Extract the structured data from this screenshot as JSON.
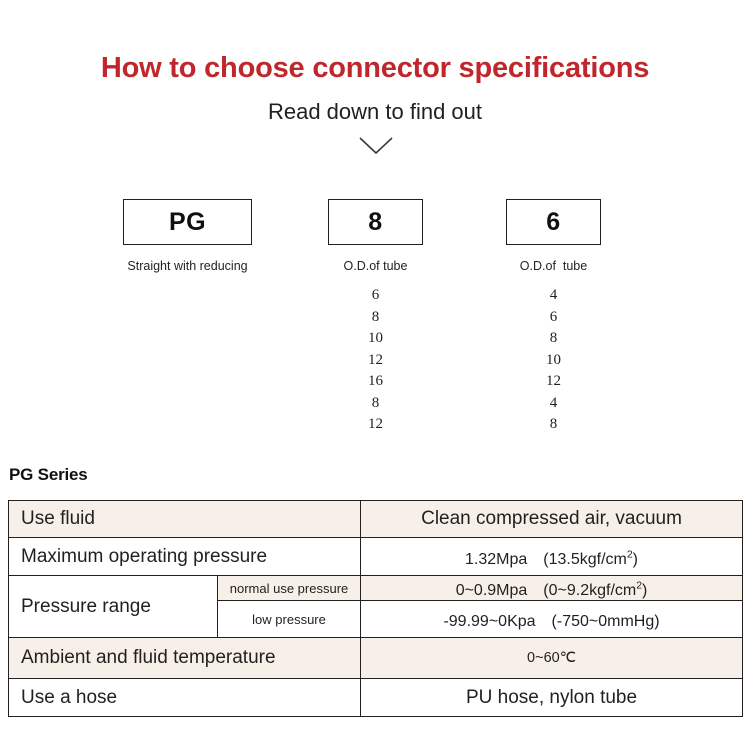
{
  "header": {
    "title": "How to choose connector specifications",
    "subtitle": "Read down to find out",
    "chevron_icon": "chevron-down-icon",
    "title_color": "#c0272d"
  },
  "selector": {
    "columns": [
      {
        "code": "PG",
        "caption": "Straight with reducing",
        "values": []
      },
      {
        "code": "8",
        "caption": "O.D.of tube",
        "values": [
          "6",
          "8",
          "10",
          "12",
          "16",
          "8",
          "12"
        ]
      },
      {
        "code": "6",
        "caption": "O.D.of  tube",
        "values": [
          "4",
          "6",
          "8",
          "10",
          "12",
          "4",
          "8"
        ]
      }
    ]
  },
  "series": {
    "heading": "PG Series"
  },
  "spec_table": {
    "rows": [
      {
        "label": "Use fluid",
        "sublabel": null,
        "value": "Clean compressed air, vacuum"
      },
      {
        "label": "Maximum operating pressure",
        "sublabel": null,
        "value": "1.32Mpa　(13.5kgf/cm²)"
      },
      {
        "label": "Pressure range",
        "sublabel": "normal use pressure",
        "value": "0~0.9Mpa　(0~9.2kgf/cm²)"
      },
      {
        "label": null,
        "sublabel": "low pressure",
        "value": "-99.99~0Kpa　(-750~0mmHg)"
      },
      {
        "label": "Ambient and fluid temperature",
        "sublabel": null,
        "value": "0~60℃"
      },
      {
        "label": "Use a hose",
        "sublabel": null,
        "value": "PU hose, nylon tube"
      }
    ],
    "colors": {
      "row_tint": "#f6f0e8",
      "border": "#231f20"
    }
  }
}
